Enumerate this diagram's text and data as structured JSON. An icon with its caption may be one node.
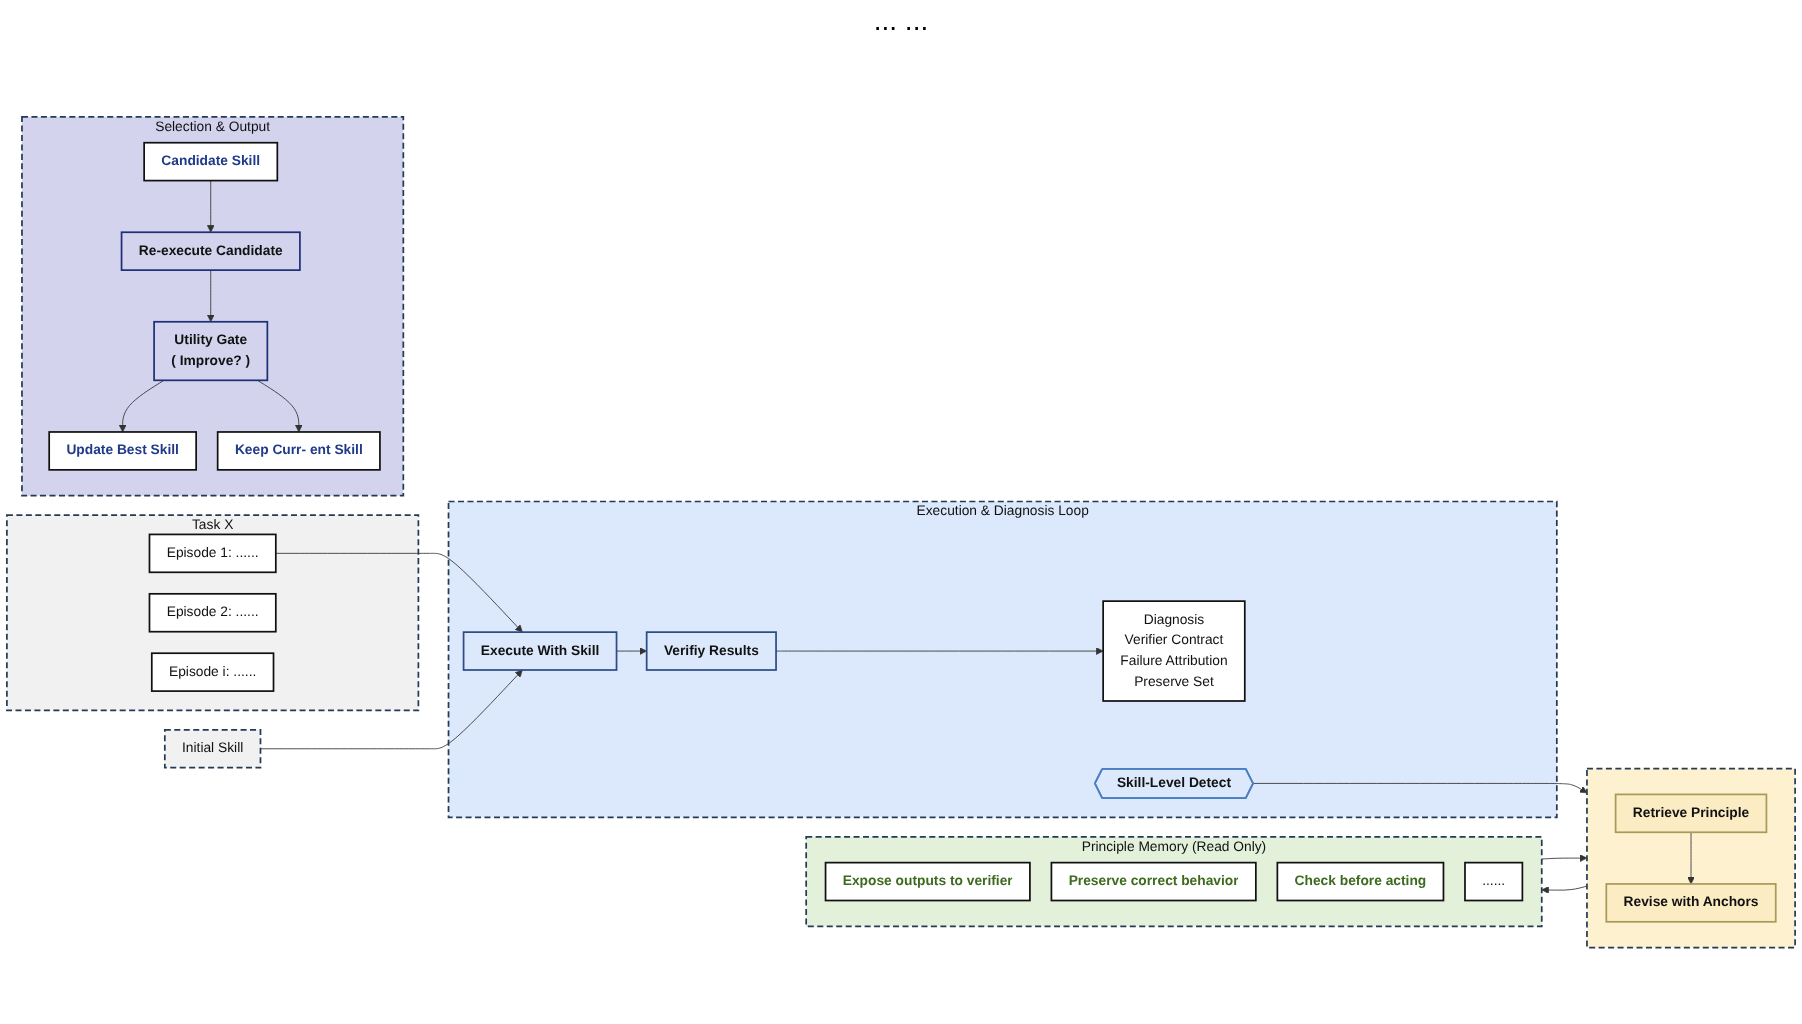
{
  "diagram": {
    "nodes": [
      {
        "text": [
          "Task X"
        ]
      },
      {
        "text": [
          "Episode 1: ......"
        ],
        "in": 0
      },
      {
        "text": [
          "Episode 2: ......"
        ],
        "in": 0
      },
      {
        "text": [
          "Episode i: ......"
        ],
        "in": 0
      },
      {
        "text": [
          "Initial Skill"
        ]
      },
      {
        "text": [
          "Execution & Diagnosis Loop"
        ]
      },
      {
        "text": [
          "Execute With Skill"
        ],
        "in": 5
      },
      {
        "text": [
          "Verifiy Results"
        ],
        "in": 5
      },
      {
        "text": [
          "Diagnosis",
          "Verifier Contract",
          "Failure Attribution",
          "Preserve Set"
        ],
        "in": 5
      },
      {
        "text": [
          "Skill-Level Detect"
        ],
        "in": 5
      },
      {
        "text": [],
        "shape": "box"
      },
      {
        "text": [
          "Retrieve Principle"
        ],
        "in": 10
      },
      {
        "text": [
          "Revise with Anchors"
        ],
        "in": 10
      },
      {
        "text": [
          "Selection & Output"
        ]
      },
      {
        "text": [
          "Candidate Skill"
        ],
        "in": 13
      },
      {
        "text": [
          "Re-execute Candidate"
        ],
        "in": 13
      },
      {
        "text": [
          "Utility Gate",
          "( Improve? )"
        ],
        "in": 13
      },
      {
        "text": [
          "Update Best Skill"
        ],
        "in": 13
      },
      {
        "text": [
          "Keep Curr- ent Skill"
        ],
        "in": 13
      },
      {
        "text": [
          "Principle Memory (Read Only)"
        ]
      },
      {
        "text": [
          "Expose outputs to verifier"
        ],
        "in": 19
      },
      {
        "text": [
          "Preserve correct behavior"
        ],
        "in": 19
      },
      {
        "text": [
          "Check before acting"
        ],
        "in": 19
      },
      {
        "text": [
          "......"
        ],
        "in": 19
      }
    ],
    "edges": [
      {
        "from": 1,
        "to": 6,
        "arrow": "to"
      },
      {
        "from": 4,
        "to": 6,
        "arrow": "to"
      },
      {
        "from": 6,
        "to": 7,
        "arrow": "to"
      },
      {
        "from": 7,
        "to": 8,
        "arrow": "to"
      },
      {
        "from": 9,
        "to": 10,
        "arrow": "to"
      },
      {
        "from": 11,
        "to": 12,
        "arrow": "to"
      },
      {
        "from": 10,
        "to": 19,
        "arrow": "to"
      },
      {
        "from": 19,
        "to": 10,
        "arrow": "to"
      },
      {
        "from": 14,
        "to": 15,
        "arrow": "to"
      },
      {
        "from": 15,
        "to": 16,
        "arrow": "to"
      },
      {
        "from": 16,
        "to": 17,
        "arrow": "to"
      },
      {
        "from": 16,
        "to": 18,
        "arrow": "to"
      }
    ],
    "labels": [
      "... ..."
    ]
  }
}
